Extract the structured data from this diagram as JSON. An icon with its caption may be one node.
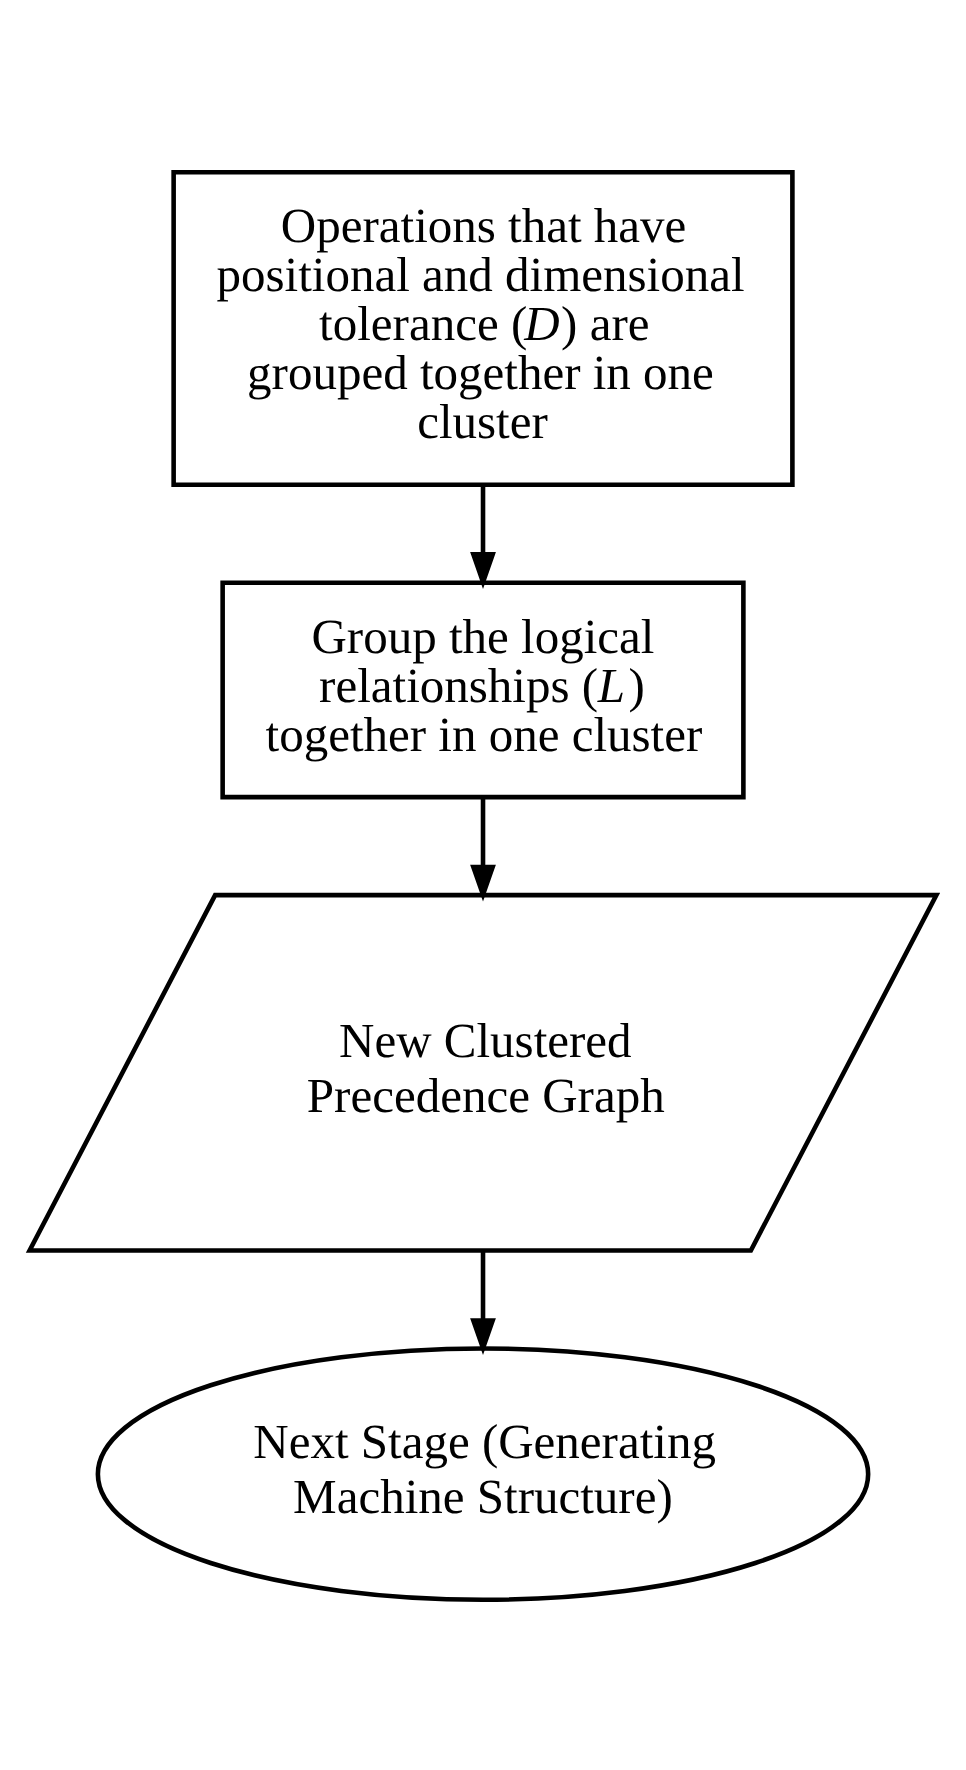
{
  "diagram": {
    "nodes": [
      {
        "text": [
          "Operations that have positional and dimensional tolerance (*D*) are grouped together in one cluster"
        ]
      },
      {
        "text": [
          "Group the logical relationships (*L*) together in one cluster"
        ]
      },
      {
        "text": [
          "New Clustered Precedence Graph"
        ]
      },
      {
        "text": [
          "Next Stage (Generating Machine Structure)"
        ]
      }
    ],
    "edges": [
      {
        "from": 0,
        "to": 1,
        "arrow": "to"
      },
      {
        "from": 1,
        "to": 2,
        "arrow": "to"
      },
      {
        "from": 2,
        "to": 3,
        "arrow": "to"
      }
    ]
  }
}
